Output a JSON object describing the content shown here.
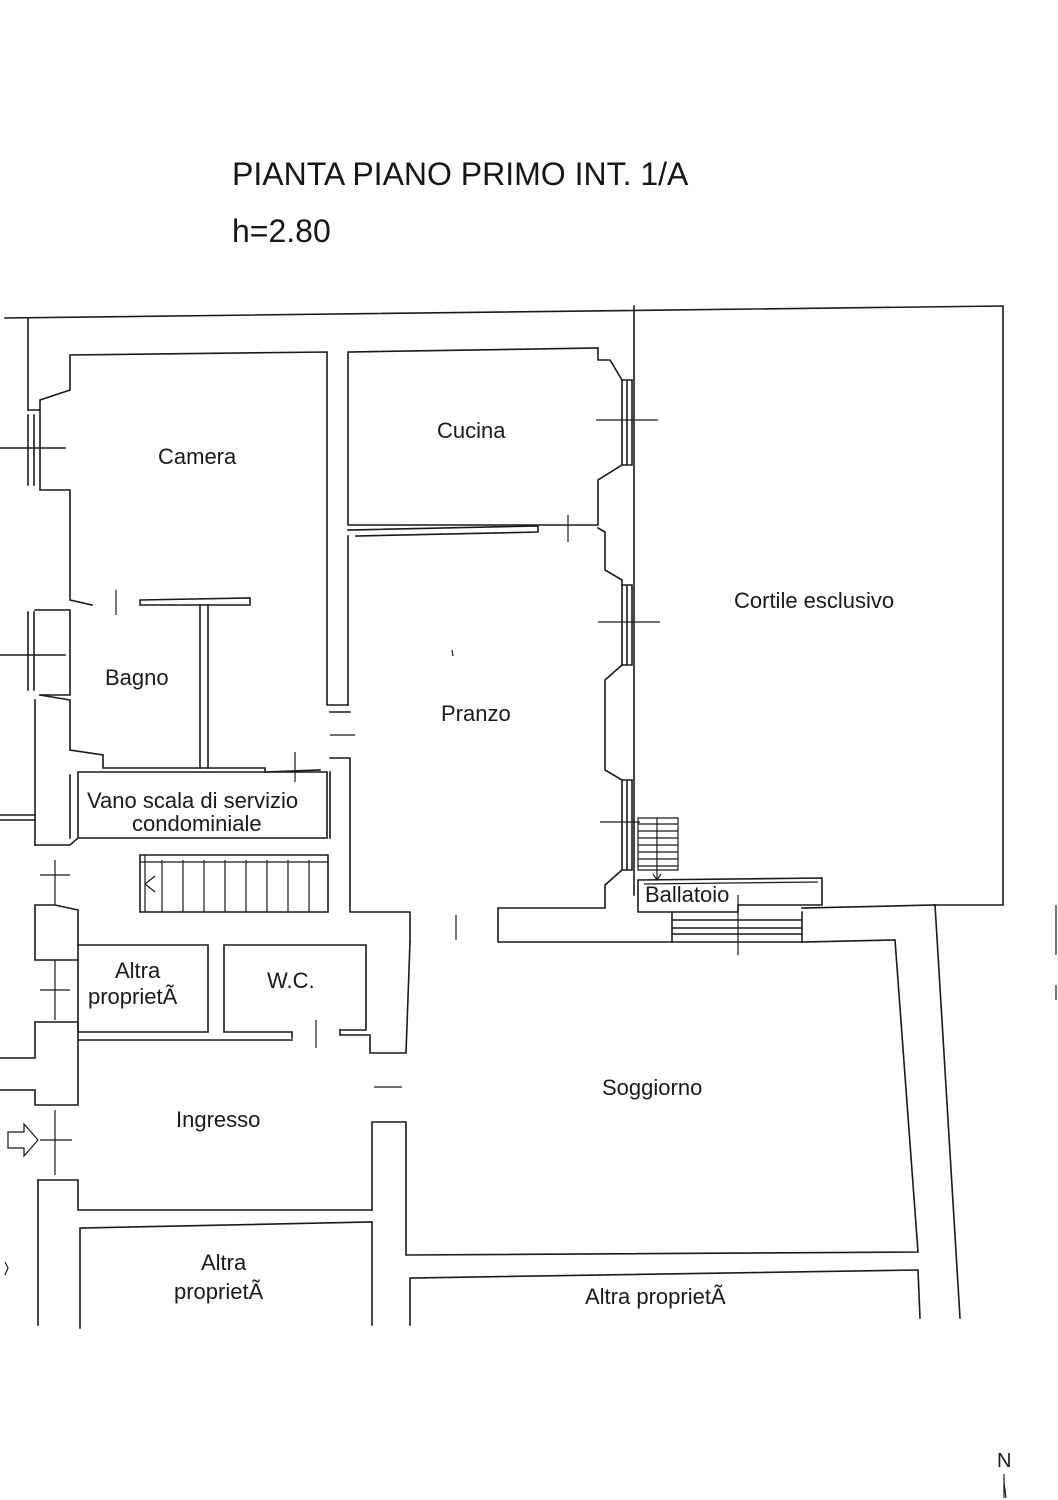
{
  "title": {
    "line1": "PIANTA PIANO PRIMO INT. 1/A",
    "line2": "h=2.80"
  },
  "rooms": {
    "camera": "Camera",
    "cucina": "Cucina",
    "cortile": "Cortile esclusivo",
    "bagno": "Bagno",
    "pranzo": "Pranzo",
    "vano_line1": "Vano scala di servizio",
    "vano_line2": "condominiale",
    "ballatoio": "Ballatoio",
    "altra1_line1": "Altra",
    "altra1_line2": "proprietÃ",
    "wc": "W.C.",
    "soggiorno": "Soggiorno",
    "ingresso": "Ingresso",
    "altra2_line1": "Altra",
    "altra2_line2": "proprietÃ",
    "altra3": "Altra proprietÃ"
  },
  "north": "N",
  "colors": {
    "line": "#1a1a1a",
    "background": "#ffffff"
  }
}
